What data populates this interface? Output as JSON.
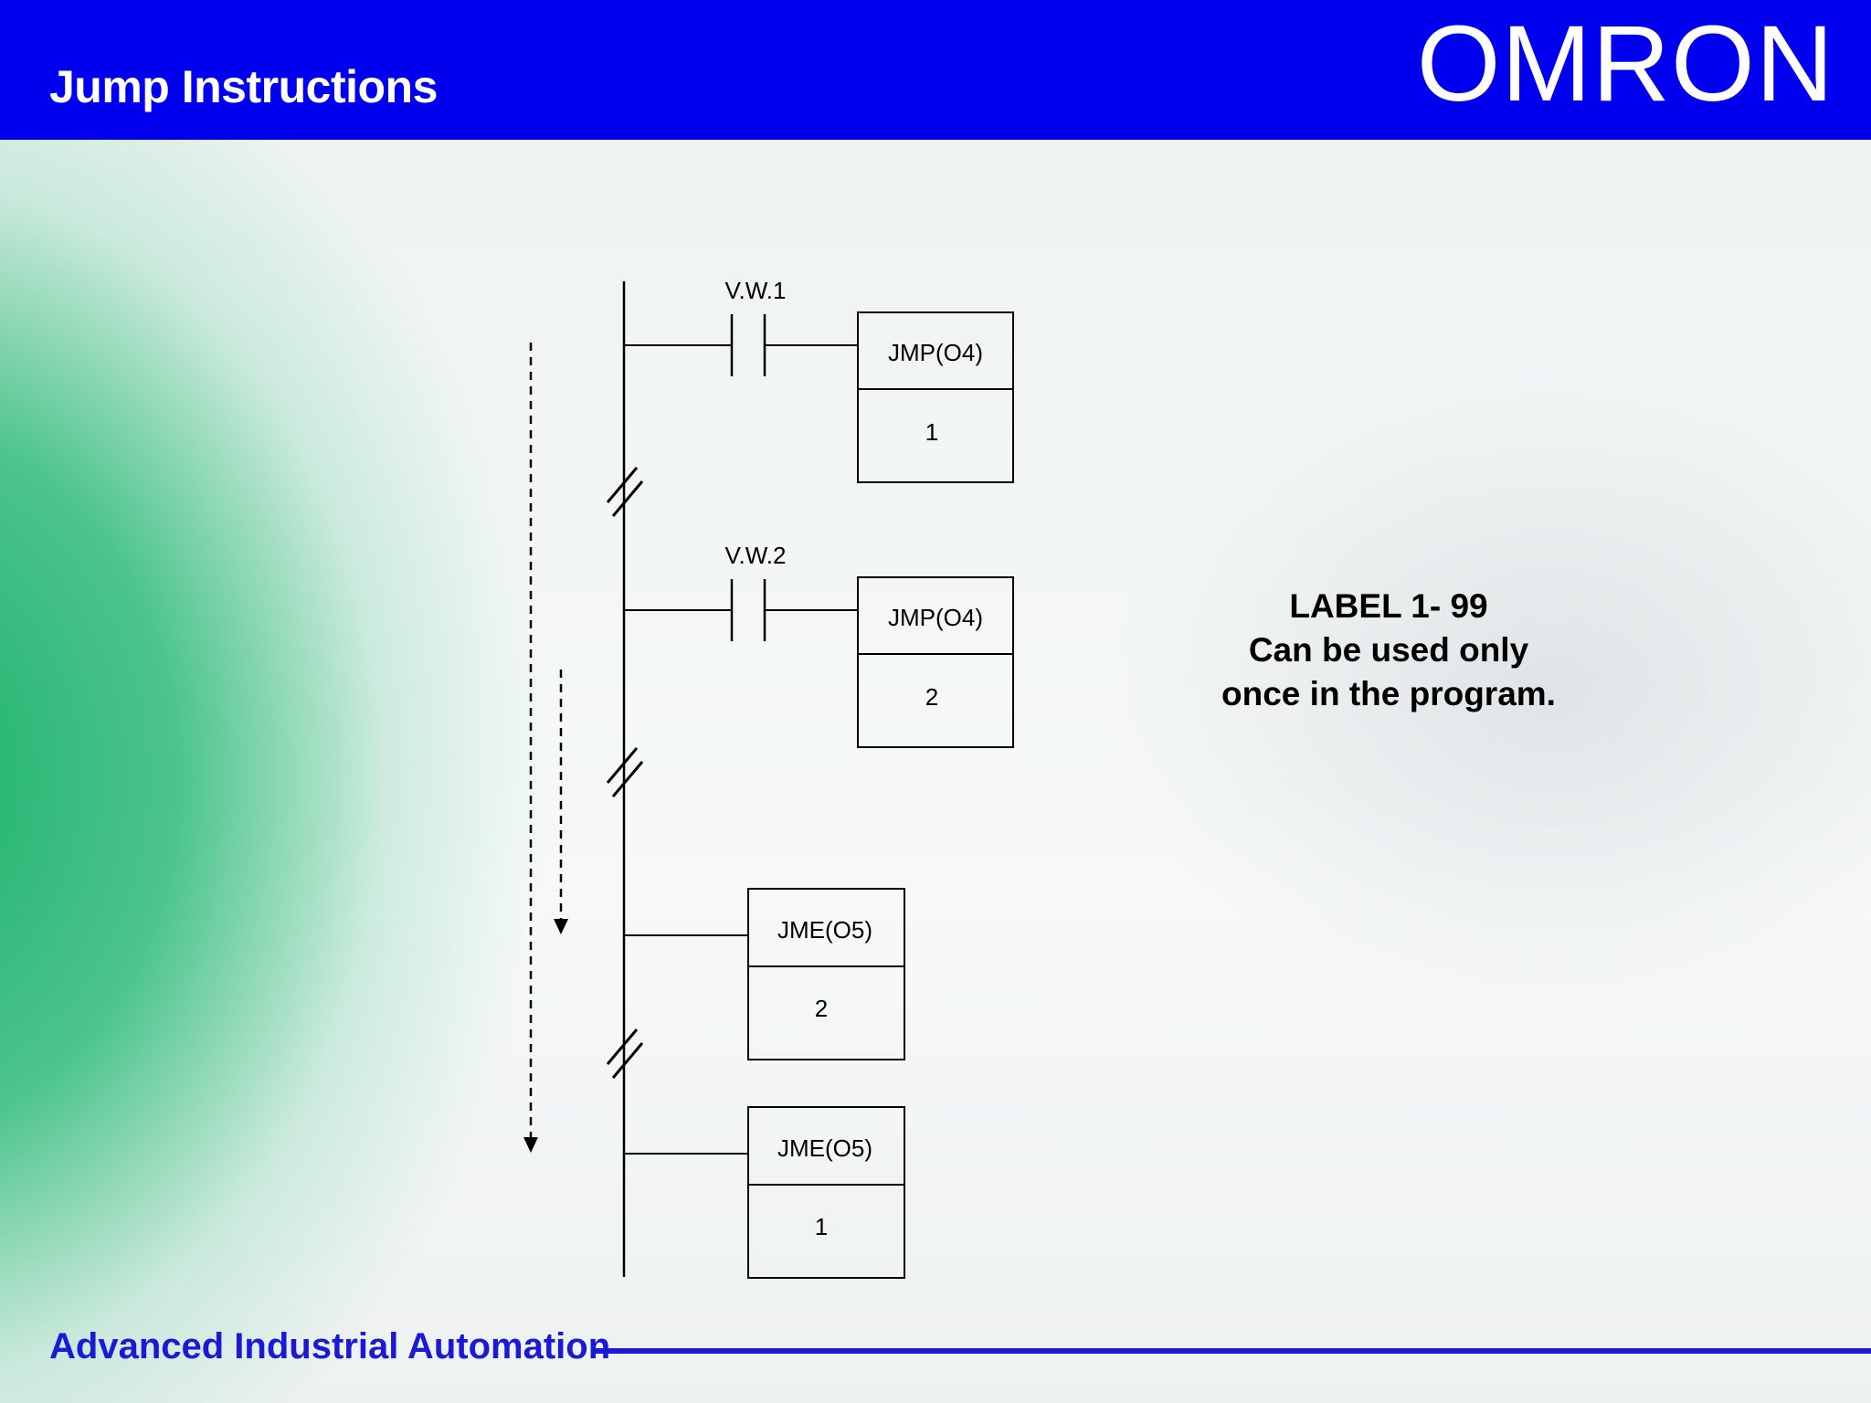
{
  "header": {
    "title": "Jump Instructions",
    "logo": "OMRON",
    "background_color": "#0000ee"
  },
  "diagram": {
    "rungs": [
      {
        "contact_label": "V.W.1",
        "instruction": "JMP(O4)",
        "operand": "1"
      },
      {
        "contact_label": "V.W.2",
        "instruction": "JMP(O4)",
        "operand": "2"
      },
      {
        "instruction": "JME(O5)",
        "operand": "2"
      },
      {
        "instruction": "JME(O5)",
        "operand": "1"
      }
    ]
  },
  "note": {
    "line1": "LABEL 1- 99",
    "line2": "Can be used only",
    "line3": "once in the program."
  },
  "footer": {
    "text": "Advanced Industrial Automation",
    "accent_color": "#1a1ad6"
  }
}
